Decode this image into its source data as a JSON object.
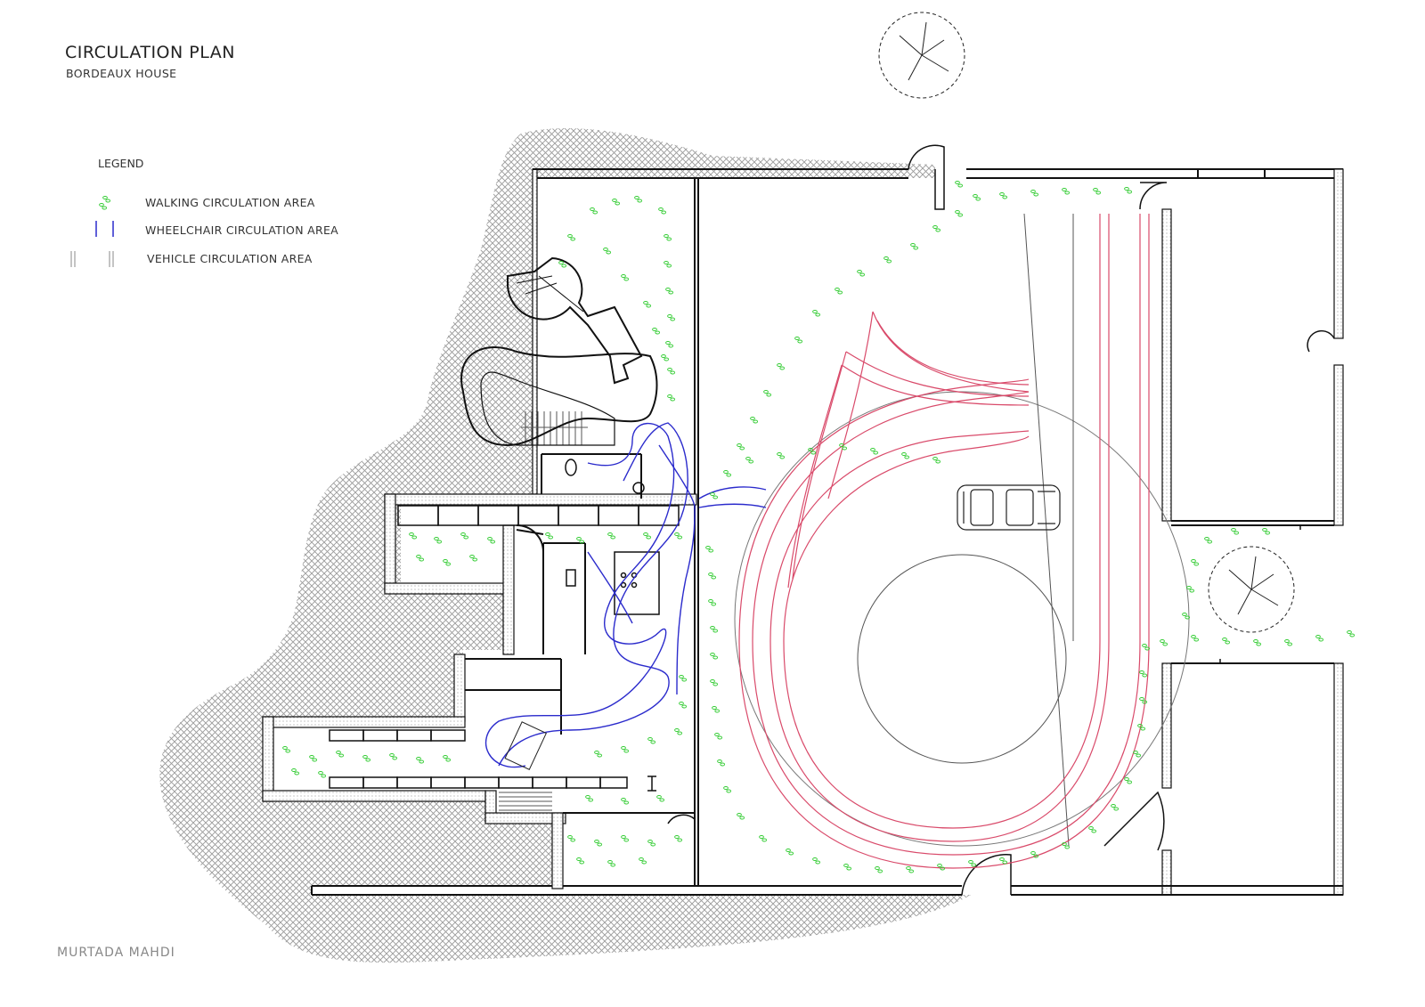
{
  "title": "CIRCULATION PLAN",
  "subtitle": "BORDEAUX HOUSE",
  "legend": {
    "title": "LEGEND",
    "items": [
      {
        "label": "WALKING CIRCULATION AREA",
        "color": "#33cc33",
        "icon": "footprints-icon"
      },
      {
        "label": "WHEELCHAIR CIRCULATION AREA",
        "color": "#2b2bcc",
        "icon": "wheelchair-track-icon"
      },
      {
        "label": "VEHICLE CIRCULATION AREA",
        "color": "#888888",
        "icon": "vehicle-track-icon"
      }
    ]
  },
  "signature": "MURTADA MAHDI",
  "colors": {
    "walls": "#111111",
    "hatch": "#9a9a9a",
    "walking": "#33cc33",
    "wheelchair": "#2b2bcc",
    "vehicle_track": "#d94a6a",
    "turning_circle": "#555555"
  }
}
